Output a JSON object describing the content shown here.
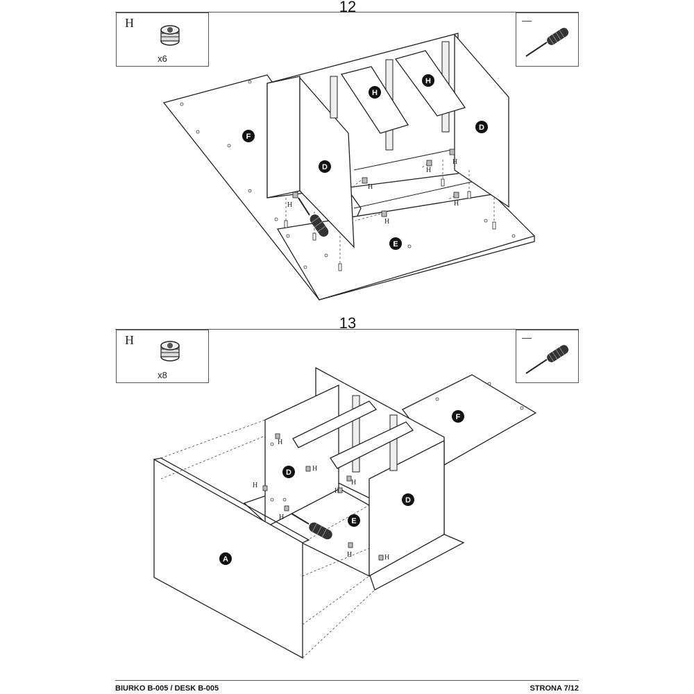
{
  "steps": [
    {
      "number": "12",
      "hardware": {
        "letter": "H",
        "qty": "x6"
      },
      "tool_dash": "—",
      "parts": {
        "F": "F",
        "D1": "D",
        "D2": "D",
        "H1": "H",
        "H2": "H",
        "E": "E"
      },
      "h_label": "H"
    },
    {
      "number": "13",
      "hardware": {
        "letter": "H",
        "qty": "x8"
      },
      "tool_dash": "—",
      "parts": {
        "F": "F",
        "D1": "D",
        "D2": "D",
        "E": "E",
        "A": "A"
      },
      "h_label": "H"
    }
  ],
  "footer": {
    "product": "BIURKO B-005 / DESK B-005",
    "page": "STRONA 7/12"
  }
}
